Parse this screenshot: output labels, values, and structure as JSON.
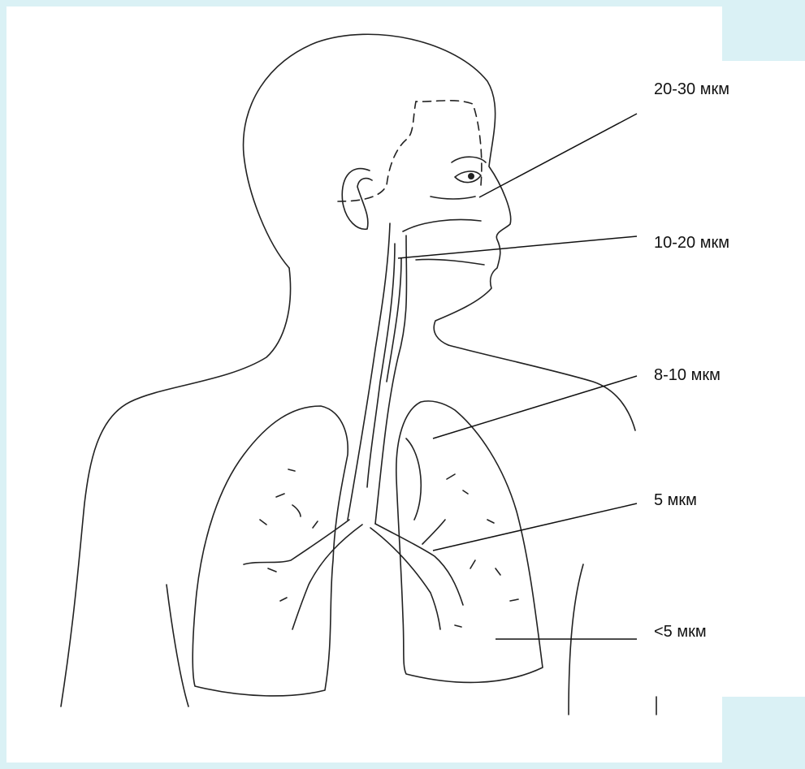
{
  "colors": {
    "frame": "#daf1f5",
    "background": "#ffffff",
    "ink": "#222222"
  },
  "labels": {
    "nasal": "20-30 мкм",
    "pharynx": "10-20 мкм",
    "trachea": "8-10 мкм",
    "bronchi": "5 мкм",
    "alveoli": "<5 мкм"
  }
}
